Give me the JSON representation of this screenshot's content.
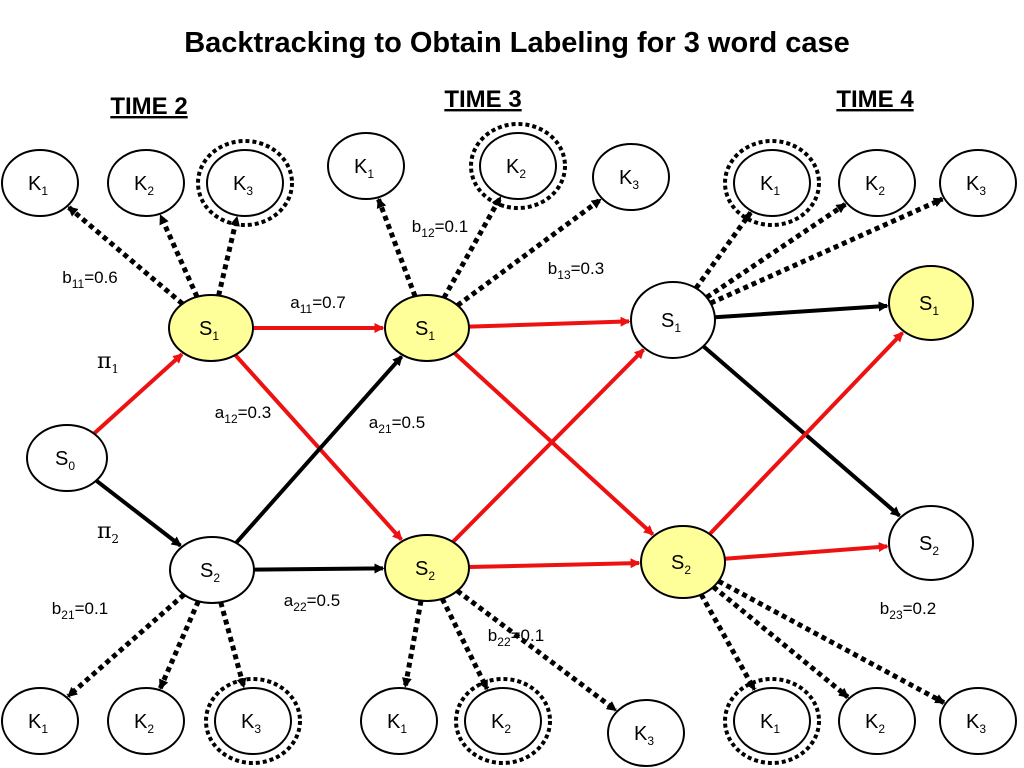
{
  "title": "Backtracking to Obtain Labeling for 3 word case",
  "time_labels": {
    "t2": "TIME 2",
    "t3": "TIME 3",
    "t4": "TIME 4"
  },
  "colors": {
    "highlight_fill": "#ffff99",
    "plain_fill": "#ffffff",
    "path_red": "#ee1111",
    "path_black": "#000000"
  },
  "nodes": {
    "s0": {
      "base": "S",
      "sub": "0"
    },
    "s1_t2": {
      "base": "S",
      "sub": "1"
    },
    "s2_t2": {
      "base": "S",
      "sub": "2"
    },
    "s1_t3": {
      "base": "S",
      "sub": "1"
    },
    "s2_t3": {
      "base": "S",
      "sub": "2"
    },
    "s1_t4": {
      "base": "S",
      "sub": "1"
    },
    "s2_t4": {
      "base": "S",
      "sub": "2"
    },
    "s1_t5": {
      "base": "S",
      "sub": "1"
    },
    "s2_t5": {
      "base": "S",
      "sub": "2"
    },
    "k_t2_top_1": {
      "base": "K",
      "sub": "1"
    },
    "k_t2_top_2": {
      "base": "K",
      "sub": "2"
    },
    "k_t2_top_3": {
      "base": "K",
      "sub": "3"
    },
    "k_t3_top_1": {
      "base": "K",
      "sub": "1"
    },
    "k_t3_top_2": {
      "base": "K",
      "sub": "2"
    },
    "k_t3_top_3": {
      "base": "K",
      "sub": "3"
    },
    "k_t4_top_1": {
      "base": "K",
      "sub": "1"
    },
    "k_t4_top_2": {
      "base": "K",
      "sub": "2"
    },
    "k_t4_top_3": {
      "base": "K",
      "sub": "3"
    },
    "k_t2_bot_1": {
      "base": "K",
      "sub": "1"
    },
    "k_t2_bot_2": {
      "base": "K",
      "sub": "2"
    },
    "k_t2_bot_3": {
      "base": "K",
      "sub": "3"
    },
    "k_t3_bot_1": {
      "base": "K",
      "sub": "1"
    },
    "k_t3_bot_2": {
      "base": "K",
      "sub": "2"
    },
    "k_t3_bot_3": {
      "base": "K",
      "sub": "3"
    },
    "k_t4_bot_1": {
      "base": "K",
      "sub": "1"
    },
    "k_t4_bot_2": {
      "base": "K",
      "sub": "2"
    },
    "k_t4_bot_3": {
      "base": "K",
      "sub": "3"
    }
  },
  "labels": {
    "b11": {
      "base": "b",
      "sub": "11",
      "val": "=0.6"
    },
    "b12": {
      "base": "b",
      "sub": "12",
      "val": "=0.1"
    },
    "b13": {
      "base": "b",
      "sub": "13",
      "val": "=0.3"
    },
    "b21": {
      "base": "b",
      "sub": "21",
      "val": "=0.1"
    },
    "b22": {
      "base": "b",
      "sub": "22",
      "val": "=0.1"
    },
    "b23": {
      "base": "b",
      "sub": "23",
      "val": "=0.2"
    },
    "a11": {
      "base": "a",
      "sub": "11",
      "val": "=0.7"
    },
    "a12": {
      "base": "a",
      "sub": "12",
      "val": "=0.3"
    },
    "a21": {
      "base": "a",
      "sub": "21",
      "val": "=0.5"
    },
    "a22": {
      "base": "a",
      "sub": "22",
      "val": "=0.5"
    },
    "pi1": {
      "base": "π",
      "sub": "1",
      "val": ""
    },
    "pi2": {
      "base": "π",
      "sub": "2",
      "val": ""
    }
  }
}
